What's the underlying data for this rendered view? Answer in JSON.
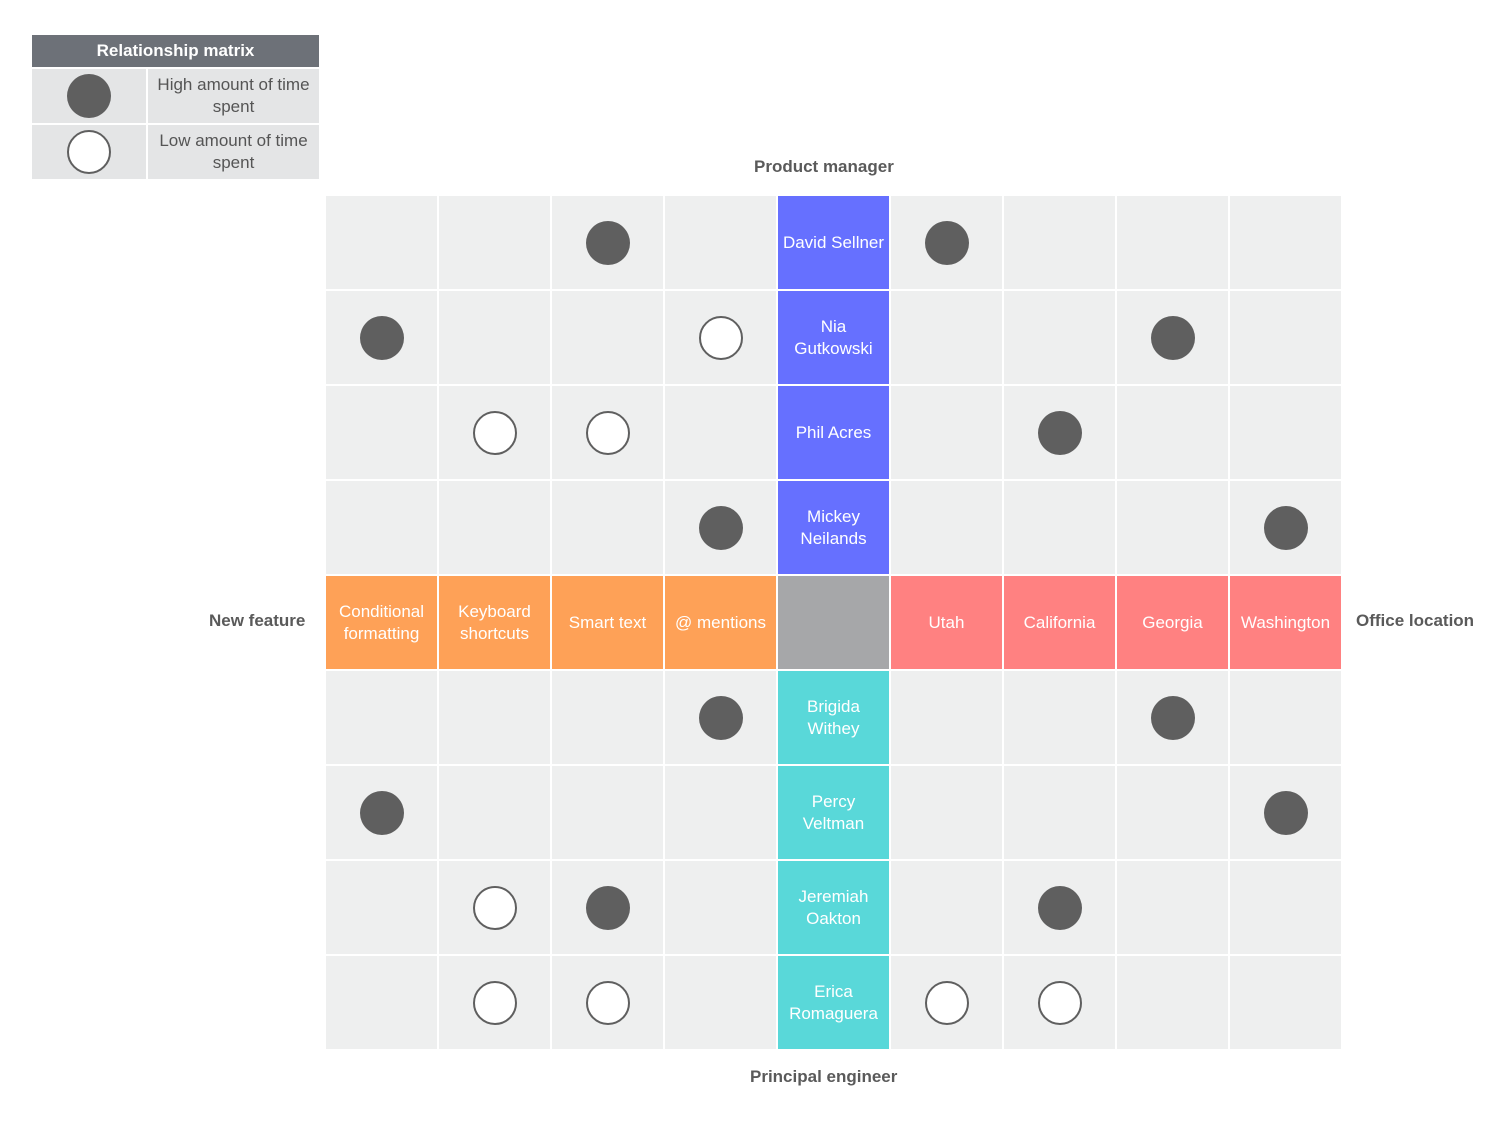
{
  "legend": {
    "title": "Relationship matrix",
    "items": [
      {
        "symbol": "filled-circle",
        "label": "High amount of time spent"
      },
      {
        "symbol": "empty-circle",
        "label": "Low amount of time spent"
      }
    ]
  },
  "axes": {
    "top": "Product manager",
    "bottom": "Principal engineer",
    "left": "New feature",
    "right": "Office location"
  },
  "product_managers": [
    "David Sellner",
    "Nia Gutkowski",
    "Phil Acres",
    "Mickey Neilands"
  ],
  "principal_engineers": [
    "Brigida Withey",
    "Percy Veltman",
    "Jeremiah Oakton",
    "Erica Romaguera"
  ],
  "new_features": [
    "Conditional formatting",
    "Keyboard shortcuts",
    "Smart text",
    "@ mentions"
  ],
  "office_locations": [
    "Utah",
    "California",
    "Georgia",
    "Washington"
  ],
  "colors": {
    "product_manager": "#6670ff",
    "principal_engineer": "#59d8d9",
    "new_feature": "#fea157",
    "office_location": "#ff8181",
    "center": "#a6a7a9",
    "cell": "#eeefef",
    "dot": "#5f5f5f"
  },
  "matrix": {
    "rows": [
      [
        "",
        "",
        "high",
        "",
        "PM0",
        "high",
        "",
        "",
        ""
      ],
      [
        "high",
        "",
        "",
        "low",
        "PM1",
        "",
        "",
        "high",
        ""
      ],
      [
        "",
        "low",
        "low",
        "",
        "PM2",
        "",
        "high",
        "",
        ""
      ],
      [
        "",
        "",
        "",
        "high",
        "PM3",
        "",
        "",
        "",
        "high"
      ],
      [
        "NF0",
        "NF1",
        "NF2",
        "NF3",
        "CENTER",
        "OL0",
        "OL1",
        "OL2",
        "OL3"
      ],
      [
        "",
        "",
        "",
        "high",
        "PE0",
        "",
        "",
        "high",
        ""
      ],
      [
        "high",
        "",
        "",
        "",
        "PE1",
        "",
        "",
        "",
        "high"
      ],
      [
        "",
        "low",
        "high",
        "",
        "PE2",
        "",
        "high",
        "",
        ""
      ],
      [
        "",
        "low",
        "low",
        "",
        "PE3",
        "low",
        "low",
        "",
        ""
      ]
    ]
  }
}
